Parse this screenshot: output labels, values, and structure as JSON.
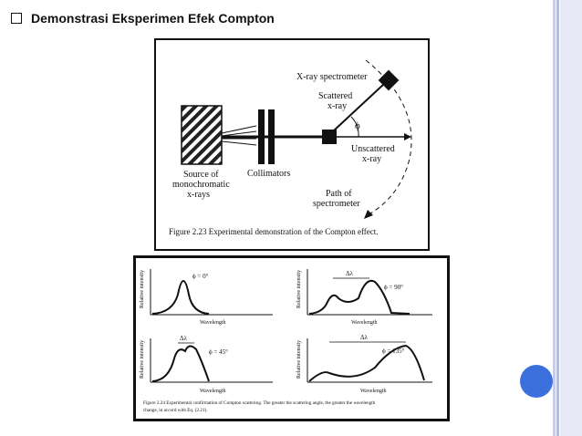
{
  "slide": {
    "title": "Demonstrasi Eksperimen Efek Compton"
  },
  "figure1": {
    "labels": {
      "spectrometer": "X-ray spectrometer",
      "scattered1": "Scattered",
      "scattered2": "x-ray",
      "phi": "ϕ",
      "unscattered1": "Unscattered",
      "unscattered2": "x-ray",
      "source1": "Source of",
      "source2": "monochromatic",
      "source3": "x-rays",
      "collimators": "Collimators",
      "path1": "Path of",
      "path2": "spectrometer"
    },
    "caption": "Figure 2.23  Experimental demonstration of the Compton effect."
  },
  "figure2": {
    "ylabel": "Relative intensity",
    "xlabel": "Wavelength",
    "panels": [
      {
        "angle": "ϕ = 0°"
      },
      {
        "angle": "ϕ = 90°",
        "delta": "Δλ"
      },
      {
        "angle": "ϕ = 45°",
        "delta": "Δλ"
      },
      {
        "angle": "ϕ = 135°",
        "delta": "Δλ"
      }
    ],
    "caption_line1": "Figure 2.24  Experimental confirmation of Compton scattering. The greater the scattering angle, the greater the wavelength",
    "caption_line2": "change, in accord with Eq. (2.21)."
  }
}
